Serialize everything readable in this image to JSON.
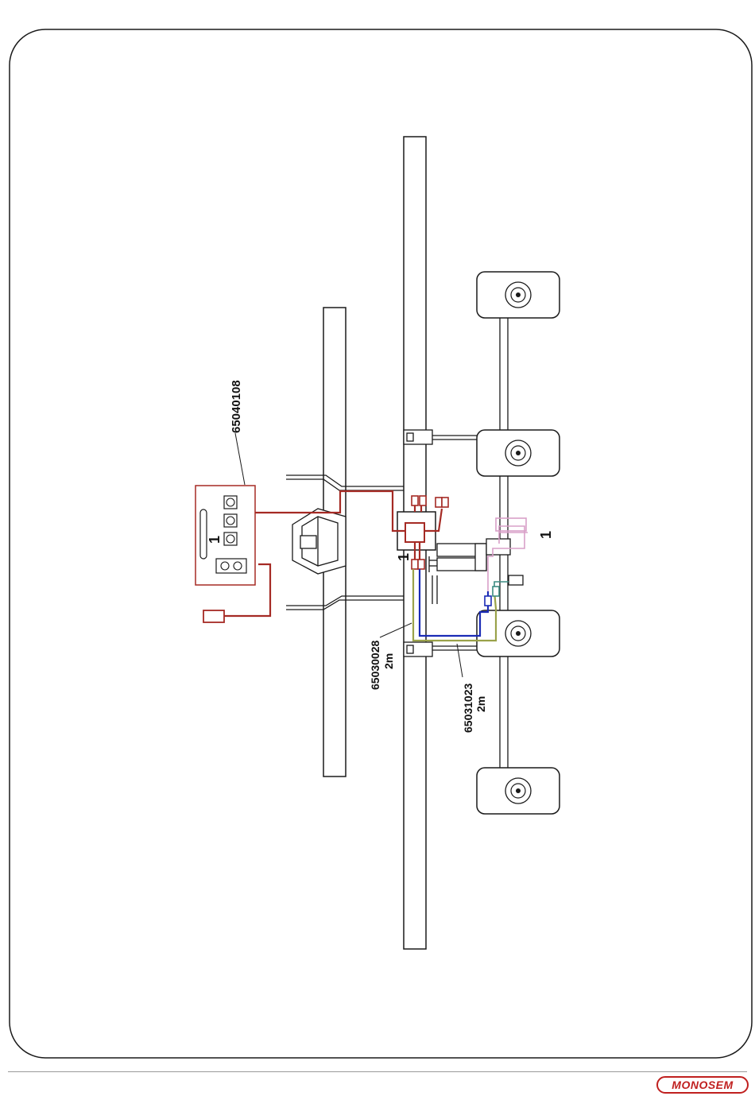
{
  "diagram": {
    "part_numbers": {
      "control_box": "65040108",
      "cable_a": "65030028",
      "cable_a_length": "2m",
      "cable_b": "65031023",
      "cable_b_length": "2m"
    },
    "markers": {
      "console_marker": "1",
      "junction_marker": "1",
      "sensor_marker": "1"
    }
  },
  "brand": {
    "logo_text": "MONOSEM",
    "logo_color": "#c0201f"
  },
  "colors": {
    "wire_red": "#a52a24",
    "wire_blue": "#1a2bb5",
    "wire_olive": "#9aa24a",
    "wire_pink": "#d9a0c8",
    "wire_teal": "#3c8c82",
    "outline": "#1a1a1a"
  }
}
